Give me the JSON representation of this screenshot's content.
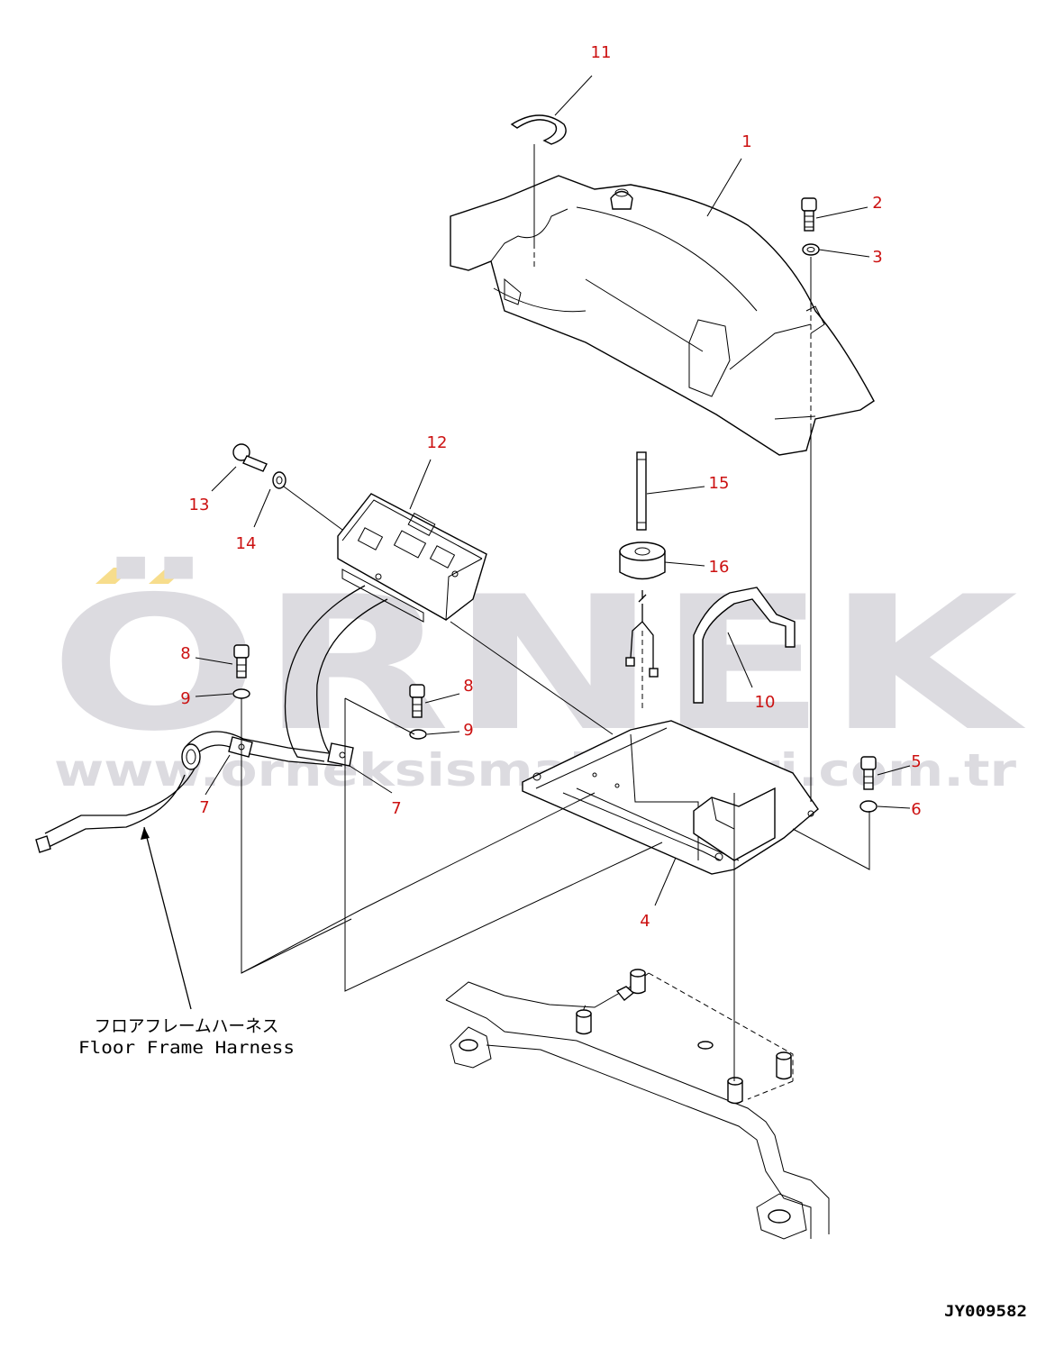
{
  "watermark": {
    "brand": "ÖRNEK",
    "url": "www.orneksismakinalari.com.tr",
    "brand_color": "#dcdbe0",
    "accent_color": "#f7dd8c"
  },
  "callouts": [
    "11",
    "1",
    "2",
    "3",
    "12",
    "13",
    "14",
    "15",
    "16",
    "10",
    "8",
    "9",
    "8",
    "9",
    "7",
    "7",
    "5",
    "6",
    "4"
  ],
  "harness_label": {
    "japanese": "フロアフレームハーネス",
    "english": "Floor Frame Harness"
  },
  "drawing_code": "JY009582",
  "colors": {
    "callout": "#cc1111",
    "linework": "#000000"
  }
}
